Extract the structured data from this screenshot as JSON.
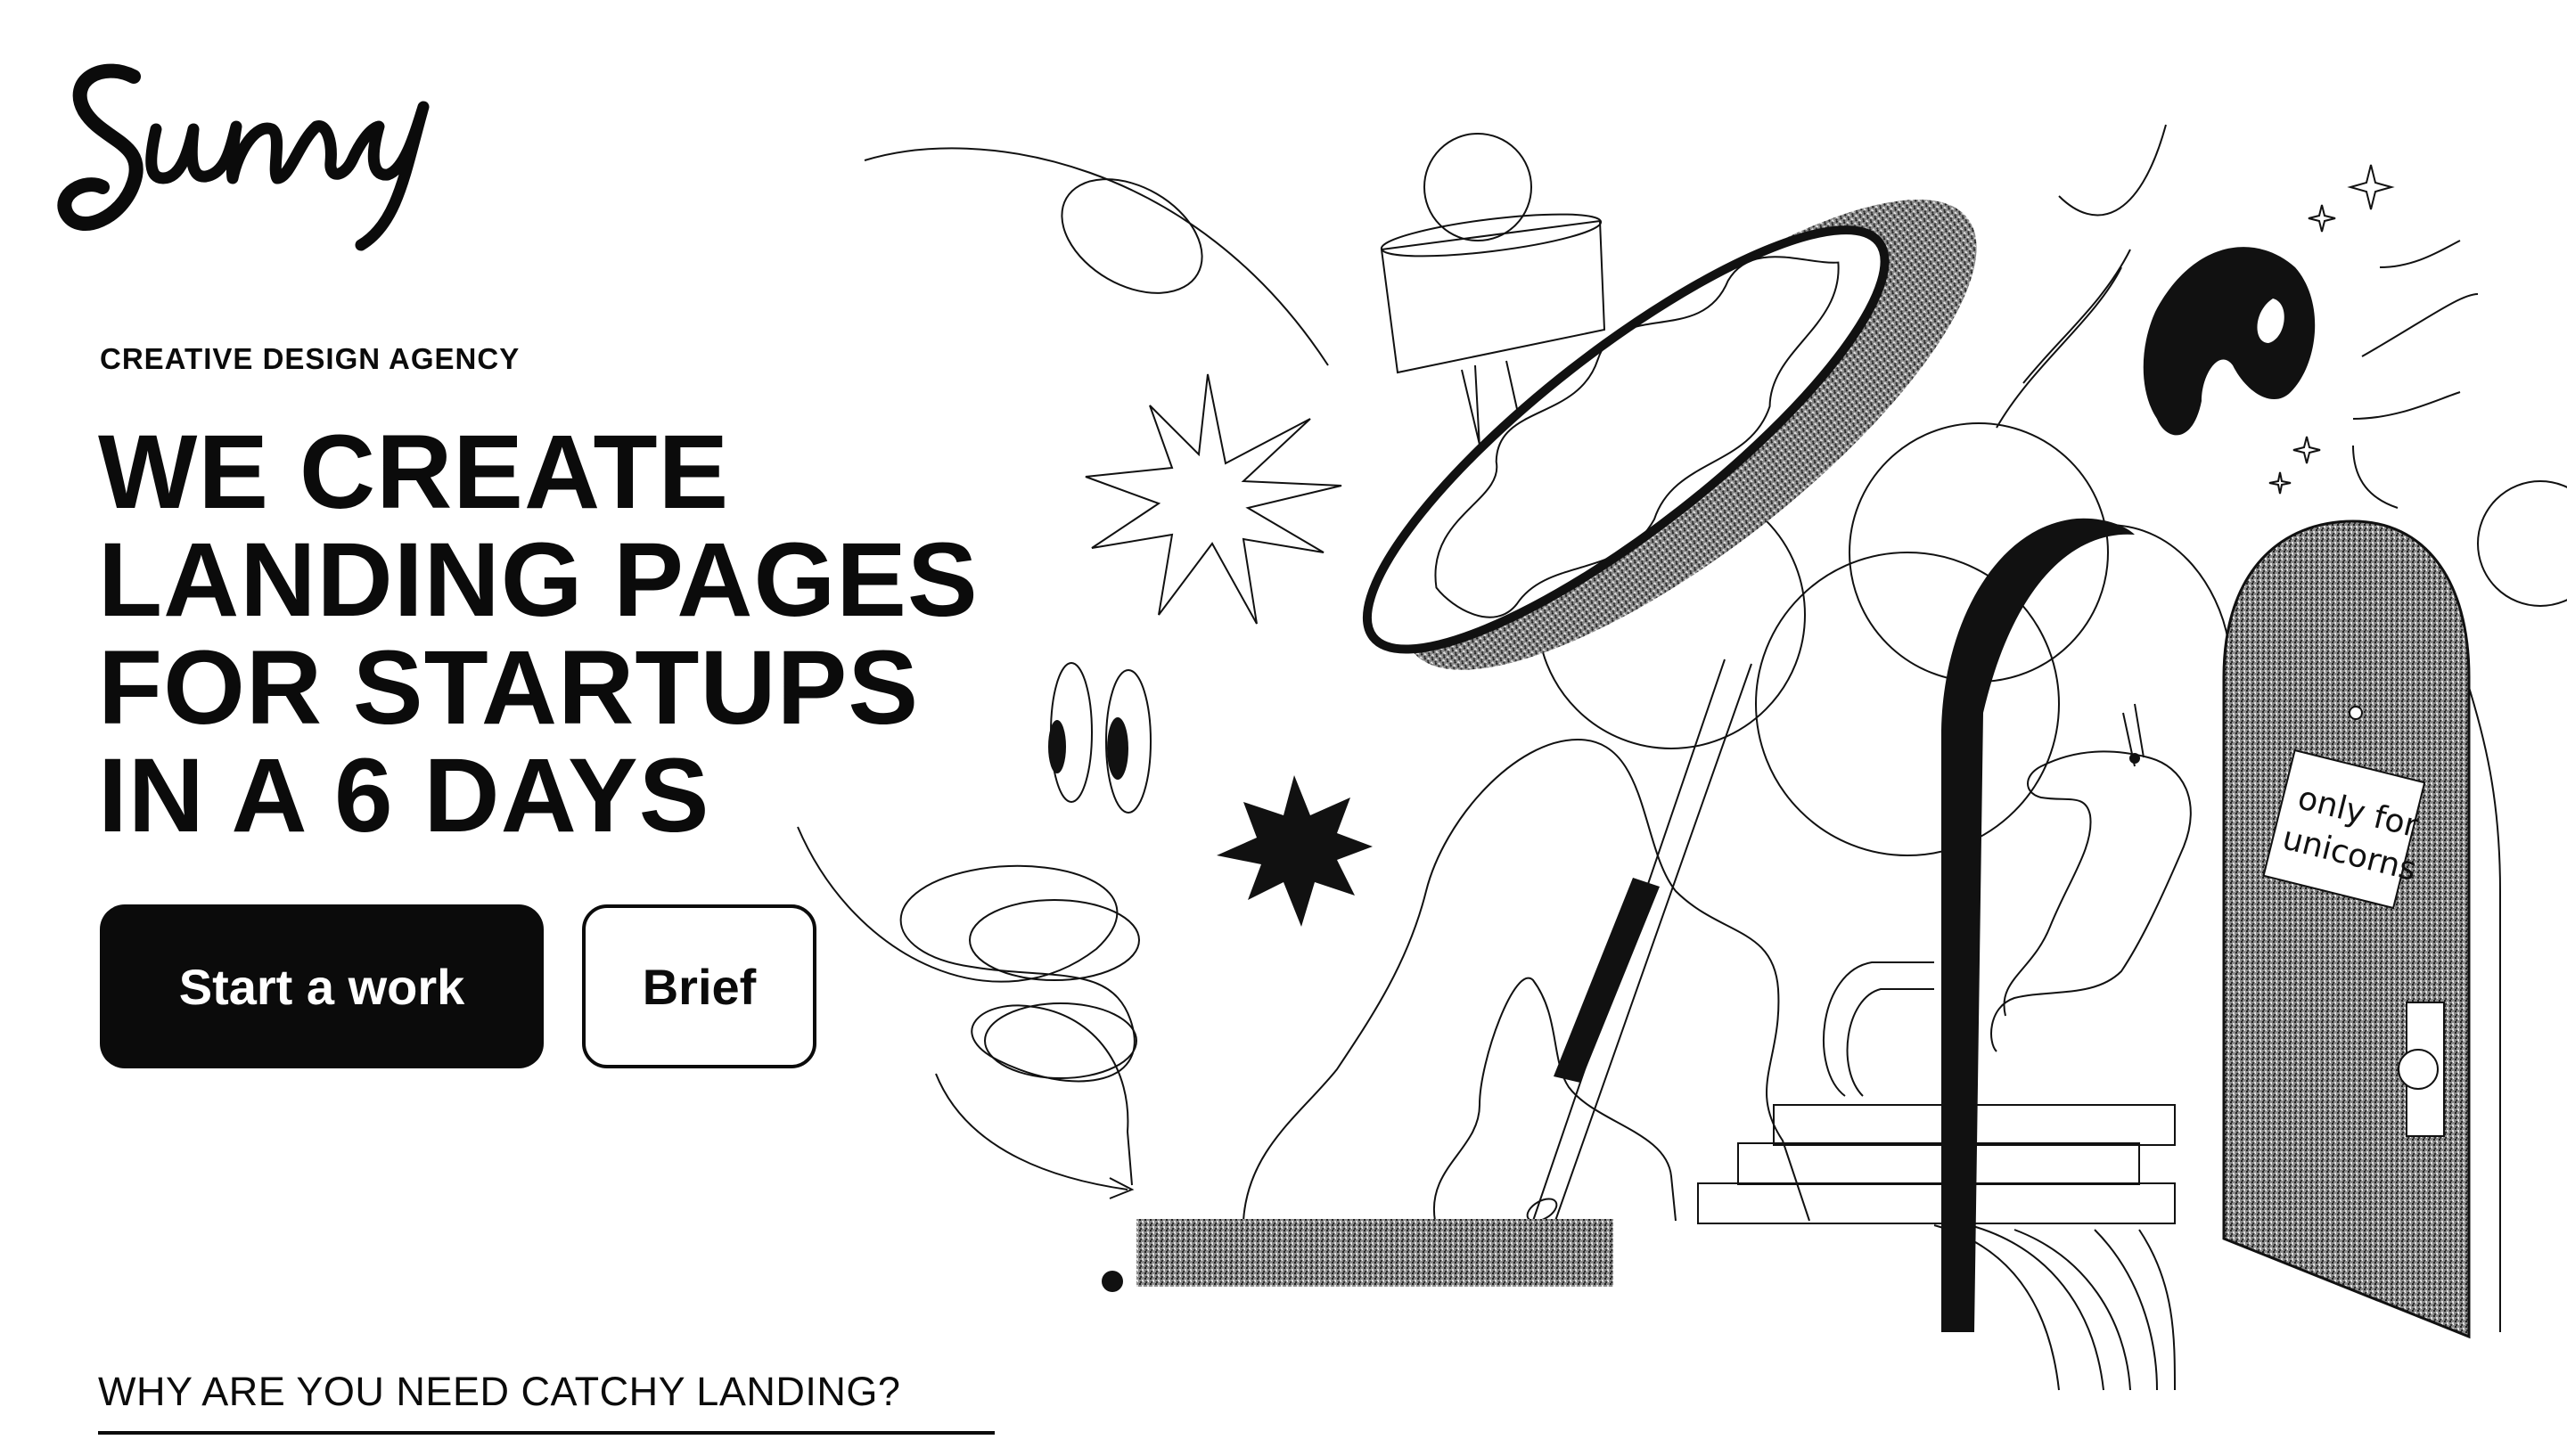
{
  "brand": {
    "logo_text": "Sunny"
  },
  "hero": {
    "eyebrow": "CREATIVE DESIGN AGENCY",
    "headline_lines": [
      "WE CREATE",
      "LANDING PAGES",
      "FOR STARTUPS",
      "IN A 6 DAYS"
    ],
    "primary_button": "Start a work",
    "secondary_button": "Brief"
  },
  "illustration": {
    "sign_lines": [
      "only for",
      "unicorns"
    ]
  },
  "section_link": {
    "label": "WHY ARE YOU NEED CATCHY LANDING?"
  },
  "colors": {
    "ink": "#0b0b0b",
    "background": "#ffffff"
  }
}
